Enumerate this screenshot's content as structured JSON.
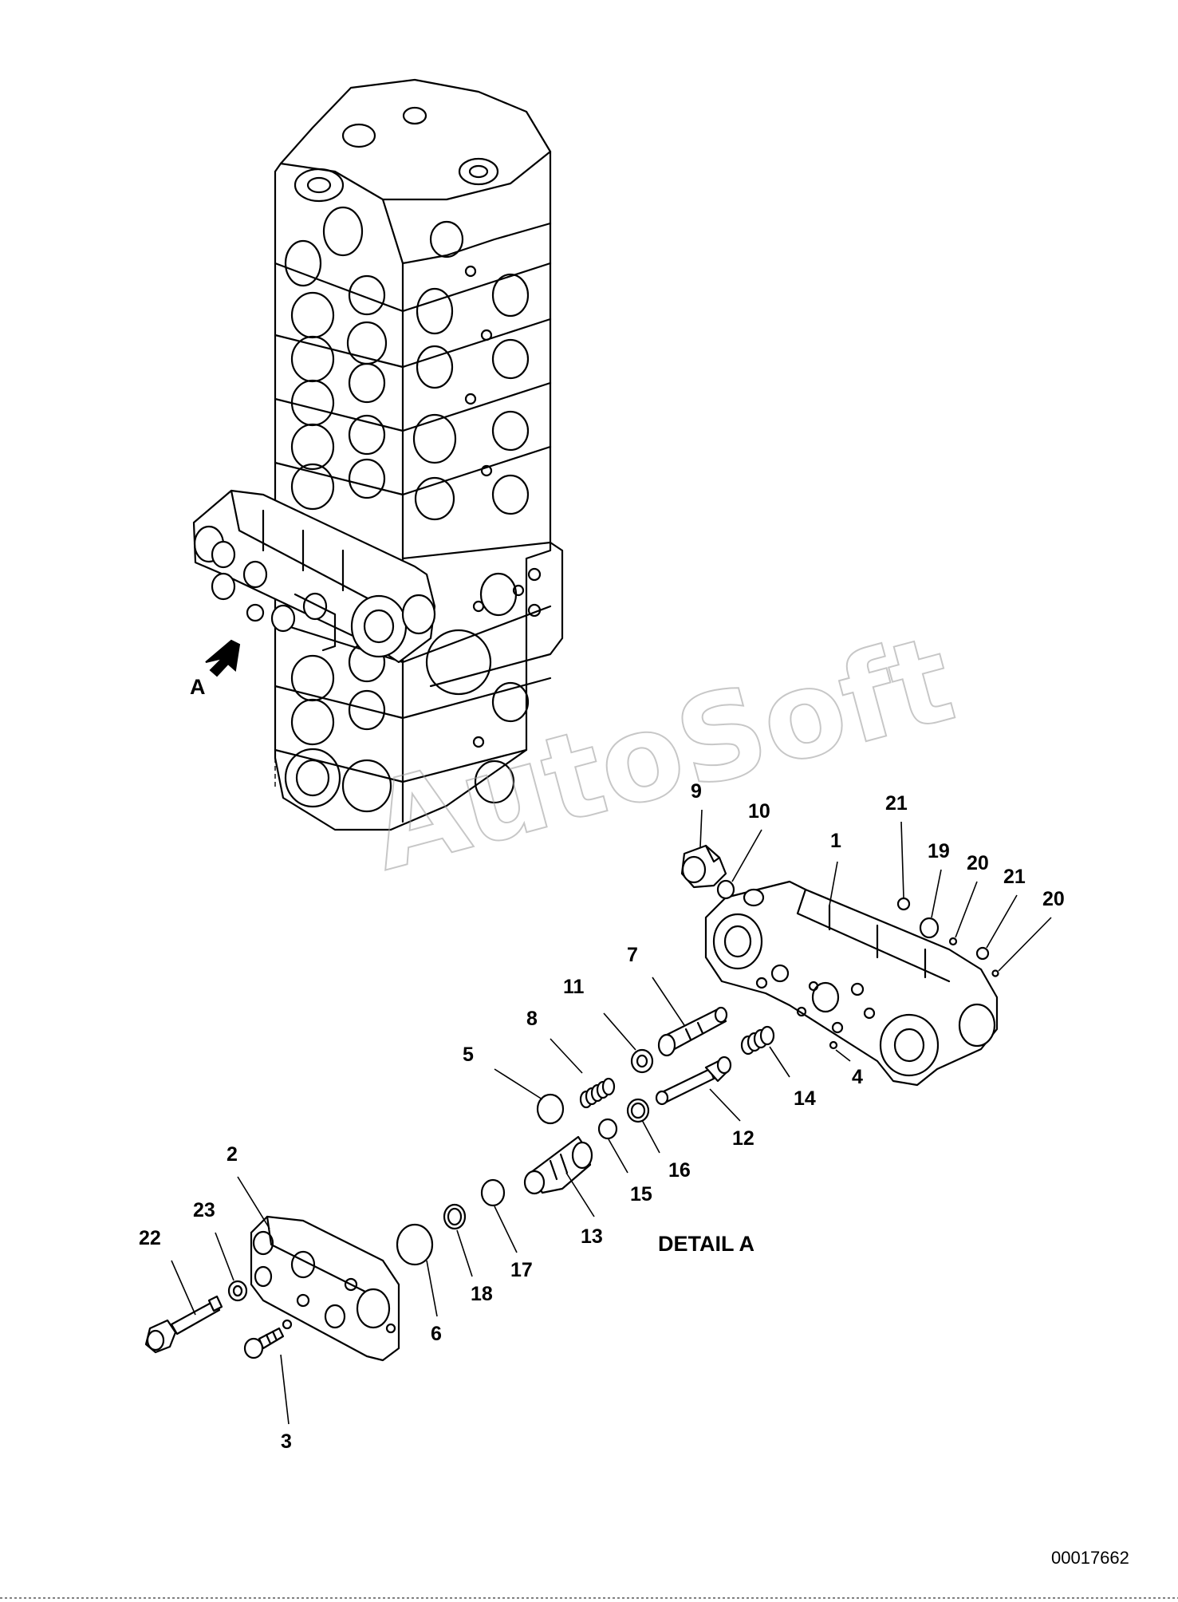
{
  "diagram": {
    "view_label": "A",
    "detail_title": "DETAIL A",
    "drawing_number": "00017662",
    "watermark": "AutoSoft",
    "callouts": [
      "1",
      "2",
      "3",
      "4",
      "5",
      "6",
      "7",
      "8",
      "9",
      "10",
      "11",
      "12",
      "13",
      "14",
      "15",
      "16",
      "17",
      "18",
      "19",
      "20",
      "20",
      "21",
      "21",
      "22",
      "23"
    ]
  }
}
